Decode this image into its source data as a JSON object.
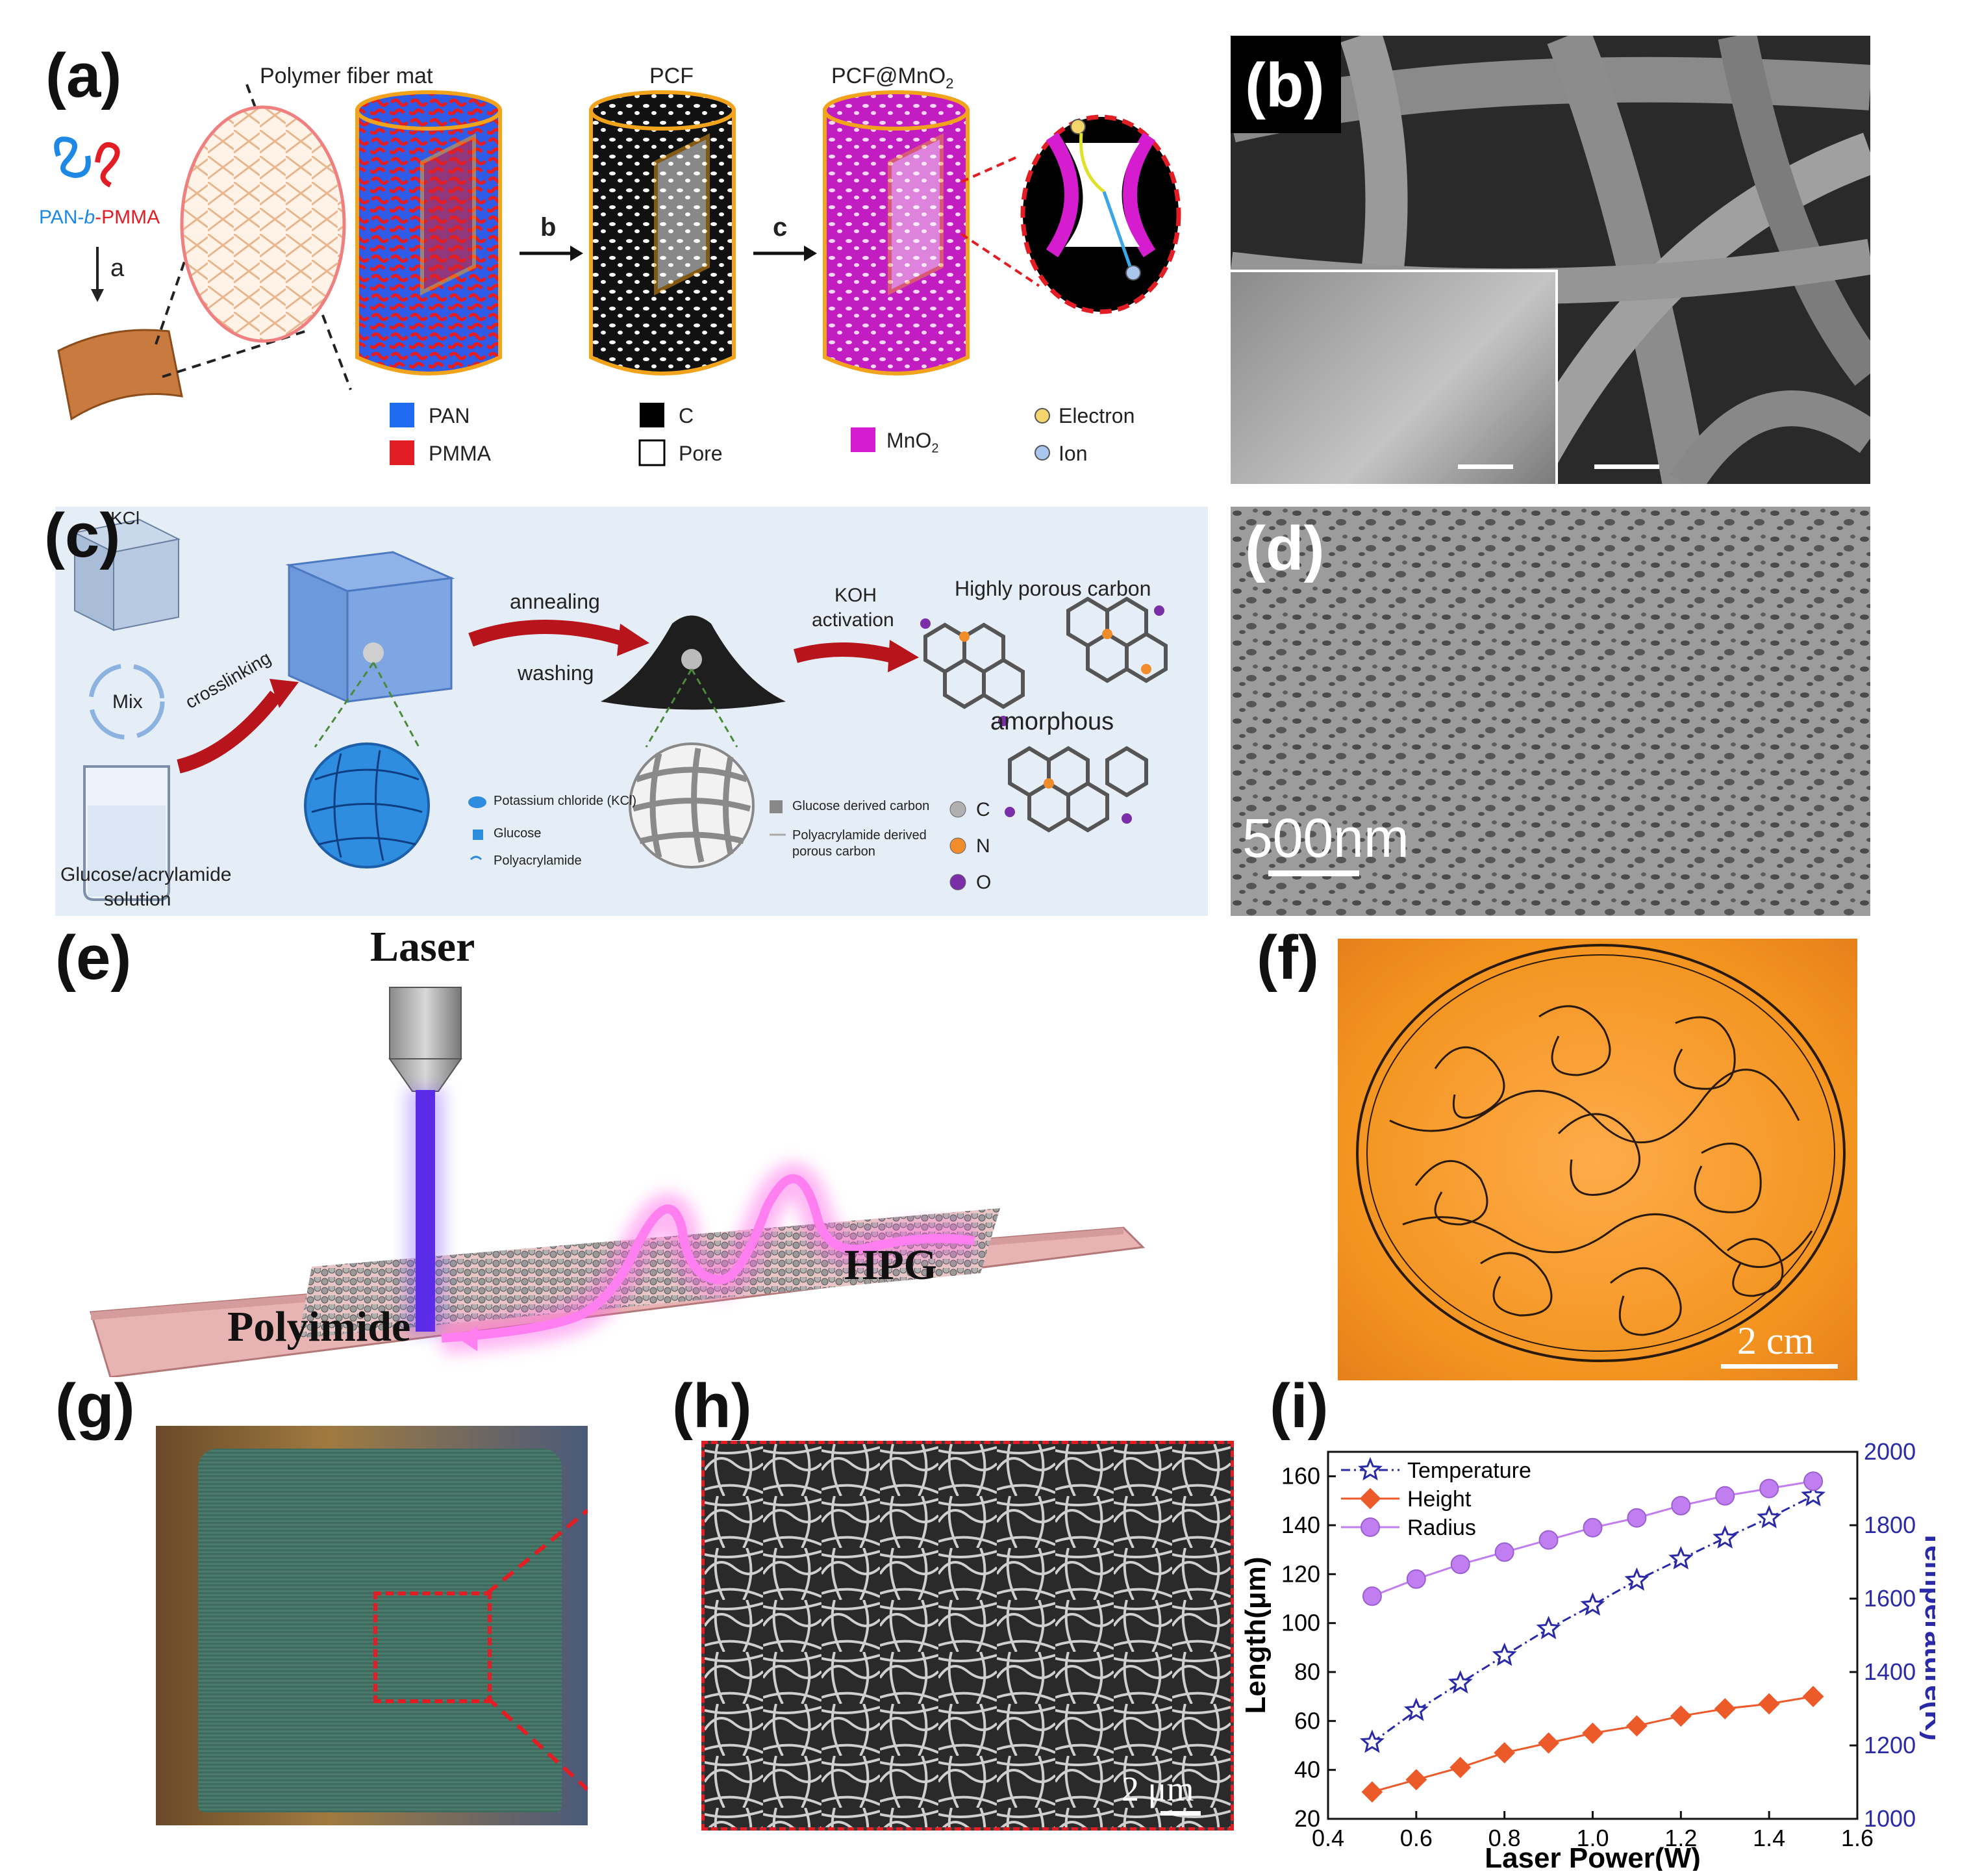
{
  "panels": {
    "a": {
      "label": "(a)",
      "title_fiber": "Polymer fiber mat",
      "title_pcf": "PCF",
      "title_pcfmno2": "PCF@MnO",
      "title_pcfmno2_sub": "2",
      "polymer_a": "PAN-",
      "polymer_b": "b",
      "polymer_c": "-PMMA",
      "step_a": "a",
      "step_b": "b",
      "step_c": "c",
      "legend": {
        "pan": "PAN",
        "pmma": "PMMA",
        "c": "C",
        "pore": "Pore",
        "mno2": "MnO",
        "mno2_sub": "2",
        "electron": "Electron",
        "ion": "Ion"
      },
      "colors": {
        "pan": "#1e6bf0",
        "pmma": "#e21d24",
        "mno2": "#d61ccf",
        "frame": "#f2a31c"
      }
    },
    "b": {
      "label": "(b)"
    },
    "c": {
      "label": "(c)",
      "kcl": "KCl",
      "mix": "Mix",
      "crosslinking": "crosslinking",
      "annealing": "annealing",
      "washing": "washing",
      "koh": "KOH",
      "activation": "activation",
      "highly_porous": "Highly porous carbon",
      "amorphous": "amorphous",
      "solution_1": "Glucose/acrylamide",
      "solution_2": "solution",
      "legend_kcl": "Potassium chloride (KCl)",
      "legend_glucose": "Glucose",
      "legend_polyacrylamide": "Polyacrylamide",
      "legend_glucose_carbon": "Glucose derived carbon",
      "legend_pa_carbon_1": "Polyacrylamide derived",
      "legend_pa_carbon_2": "porous carbon",
      "atom_c": "C",
      "atom_n": "N",
      "atom_o": "O"
    },
    "d": {
      "label": "(d)",
      "scale": "500nm"
    },
    "e": {
      "label": "(e)",
      "laser": "Laser",
      "hpg": "HPG",
      "polyimide": "Polyimide"
    },
    "f": {
      "label": "(f)",
      "scale": "2 cm"
    },
    "g": {
      "label": "(g)"
    },
    "h": {
      "label": "(h)",
      "scale": "2 μm"
    },
    "i": {
      "label": "(i)"
    }
  },
  "chart_data": {
    "type": "line",
    "title": "",
    "xlabel": "Laser Power(W)",
    "ylabel": "Length(μm)",
    "y2label": "Temperature(K)",
    "xlim": [
      0.4,
      1.6
    ],
    "ylim": [
      20,
      170
    ],
    "y2lim": [
      1000,
      2000
    ],
    "xticks": [
      "0.4",
      "0.6",
      "0.8",
      "1.0",
      "1.2",
      "1.4",
      "1.6"
    ],
    "yticks": [
      "20",
      "40",
      "60",
      "80",
      "100",
      "120",
      "140",
      "160"
    ],
    "y2ticks": [
      "1000",
      "1200",
      "1400",
      "1600",
      "1800",
      "2000"
    ],
    "x": [
      0.5,
      0.6,
      0.7,
      0.8,
      0.9,
      1.0,
      1.1,
      1.2,
      1.3,
      1.4,
      1.5
    ],
    "legend_position": "top-left",
    "series": [
      {
        "name": "Temperature",
        "axis": "right",
        "marker": "star",
        "color": "#2a2aa8",
        "dashed": true,
        "values": [
          1208,
          1295,
          1370,
          1445,
          1518,
          1582,
          1650,
          1708,
          1765,
          1820,
          1880
        ]
      },
      {
        "name": "Height",
        "axis": "left",
        "marker": "diamond",
        "color": "#ec5a2a",
        "values": [
          31,
          36,
          41,
          47,
          51,
          55,
          58,
          62,
          65,
          67,
          70
        ]
      },
      {
        "name": "Radius",
        "axis": "left",
        "marker": "circle",
        "color": "#c07ef0",
        "values": [
          111,
          118,
          124,
          129,
          134,
          139,
          143,
          148,
          152,
          155,
          158
        ]
      }
    ]
  }
}
